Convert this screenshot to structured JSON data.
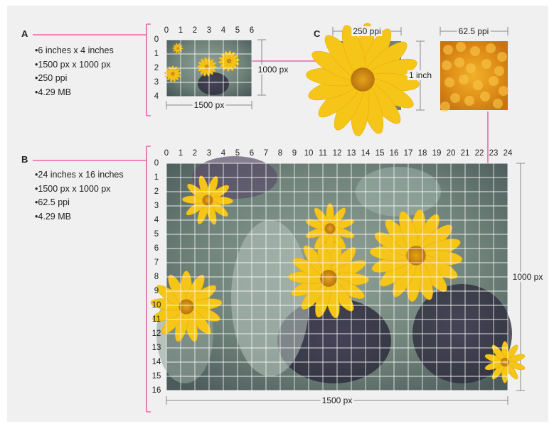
{
  "image_a": {
    "letter": "A",
    "specs": [
      "6 inches x 4 inches",
      "1500 px x 1000 px",
      "250 ppi",
      "4.29 MB"
    ],
    "x_ticks": [
      "0",
      "1",
      "2",
      "3",
      "4",
      "5",
      "6"
    ],
    "y_ticks": [
      "0",
      "1",
      "2",
      "3",
      "4"
    ],
    "width_label": "1500 px",
    "height_label": "1000 px"
  },
  "image_b": {
    "letter": "B",
    "specs": [
      "24 inches x 16 inches",
      "1500 px x 1000 px",
      "62.5 ppi",
      "4.29 MB"
    ],
    "x_ticks": [
      "0",
      "1",
      "2",
      "3",
      "4",
      "5",
      "6",
      "7",
      "8",
      "9",
      "10",
      "11",
      "12",
      "13",
      "14",
      "15",
      "16",
      "17",
      "18",
      "19",
      "20",
      "21",
      "22",
      "23",
      "24"
    ],
    "y_ticks": [
      "0",
      "1",
      "2",
      "3",
      "4",
      "5",
      "6",
      "7",
      "8",
      "9",
      "10",
      "11",
      "12",
      "13",
      "14",
      "15",
      "16"
    ],
    "width_label": "1500 px",
    "height_label": "1000 px"
  },
  "detail_c": {
    "letter": "C",
    "left_label": "250 ppi",
    "right_label": "62.5 ppi",
    "height_label": "1 inch"
  },
  "colors": {
    "accent": "#e8489a",
    "petal": "#f5c518",
    "center": "#d78f10",
    "foliage": "#7f9187",
    "grid": "#ffffff"
  }
}
